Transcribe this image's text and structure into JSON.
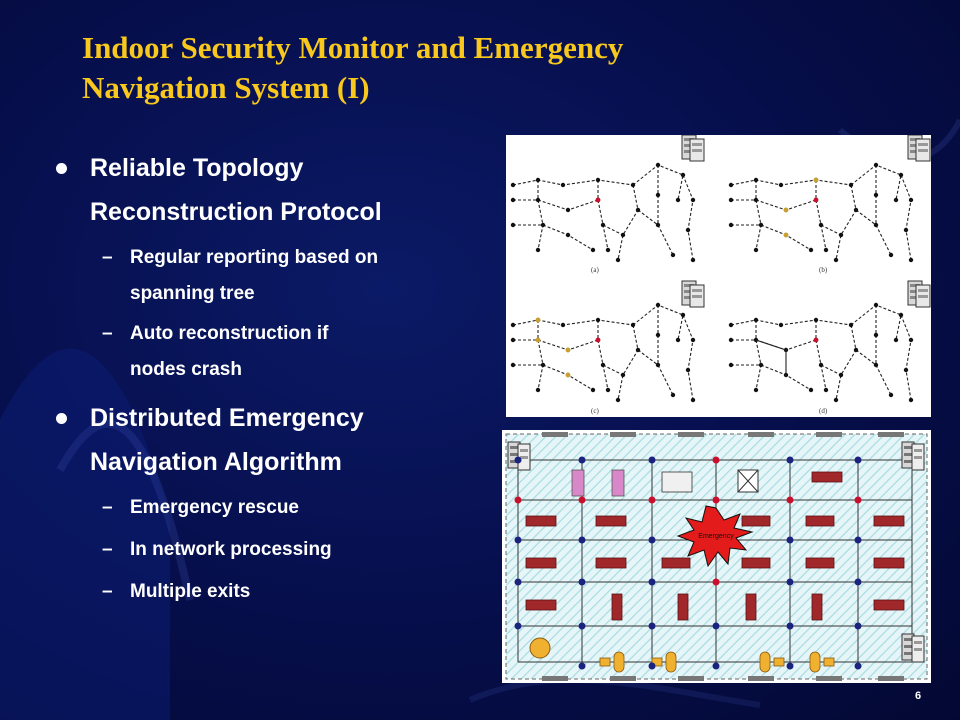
{
  "slide": {
    "title_line1": "Indoor Security Monitor and Emergency",
    "title_line2": "Navigation System (I)",
    "page_number": "6"
  },
  "bullets": [
    {
      "line1": "Reliable Topology",
      "line2": "Reconstruction Protocol",
      "subs": [
        {
          "line1": "Regular reporting based on",
          "line2": "spanning tree"
        },
        {
          "line1": "Auto reconstruction  if",
          "line2": "nodes crash"
        }
      ]
    },
    {
      "line1": "Distributed Emergency",
      "line2": "Navigation Algorithm",
      "subs": [
        {
          "line1": "Emergency rescue"
        },
        {
          "line1": "In network processing"
        },
        {
          "line1": "Multiple exits"
        }
      ]
    }
  ],
  "topology_figure": {
    "panel_labels": [
      "(a)",
      "(b)",
      "(c)",
      "(d)"
    ]
  },
  "floorplan_figure": {
    "emergency_label": "Emergency"
  },
  "colors": {
    "title": "#f8c81c",
    "text": "#ffffff",
    "node": "#101010",
    "node_red": "#c8102e",
    "node_navy": "#1a237e",
    "hazard": "#e31b1b",
    "obstacle": "#a0282a",
    "hatch": "#a9dce3"
  },
  "icons": {
    "bullet": "round-bullet-icon",
    "server": "server-rack-icon"
  }
}
